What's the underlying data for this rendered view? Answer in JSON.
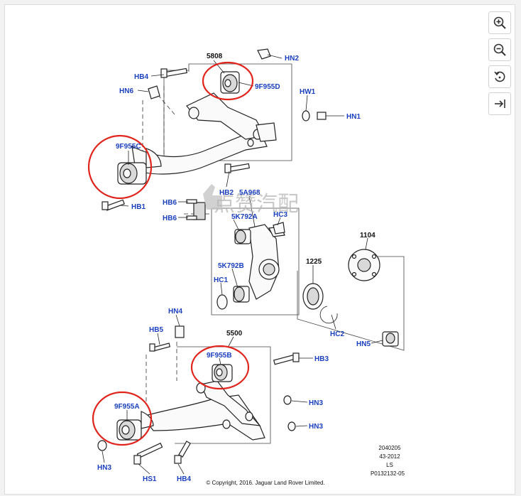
{
  "labels": {
    "hb4": "HB4",
    "hn6": "HN6",
    "p5808": "5808",
    "hn2": "HN2",
    "p9f955d": "9F955D",
    "hw1": "HW1",
    "hn1": "HN1",
    "p9f955c": "9F955C",
    "hb2": "HB2",
    "p5a968": "5A968",
    "hb1": "HB1",
    "hb6a": "HB6",
    "hb6b": "HB6",
    "p5k792a": "5K792A",
    "hc3": "HC3",
    "p1104": "1104",
    "p5k792b": "5K792B",
    "p1225": "1225",
    "hc1": "HC1",
    "hc2": "HC2",
    "hn5": "HN5",
    "hn4": "HN4",
    "hb5": "HB5",
    "p5500": "5500",
    "p9f955b": "9F955B",
    "hb3": "HB3",
    "p9f955a": "9F955A",
    "hn3a": "HN3",
    "hn3b": "HN3",
    "hn3c": "HN3",
    "hs1": "HS1",
    "hb4b": "HB4"
  },
  "watermark": "点赞汽配",
  "info_block": {
    "line1": "2040205",
    "line2": "43-2012",
    "line3": "LS",
    "line4": "P0132132-05"
  },
  "copyright": "© Copyright, 2016. Jaguar Land Rover Limited.",
  "colors": {
    "label_blue": "#1a3fbf",
    "highlight_red": "#e0241b"
  },
  "toolbar": [
    {
      "icon": "zoom-in-icon"
    },
    {
      "icon": "zoom-out-icon"
    },
    {
      "icon": "rotate-icon"
    },
    {
      "icon": "fit-icon"
    }
  ]
}
